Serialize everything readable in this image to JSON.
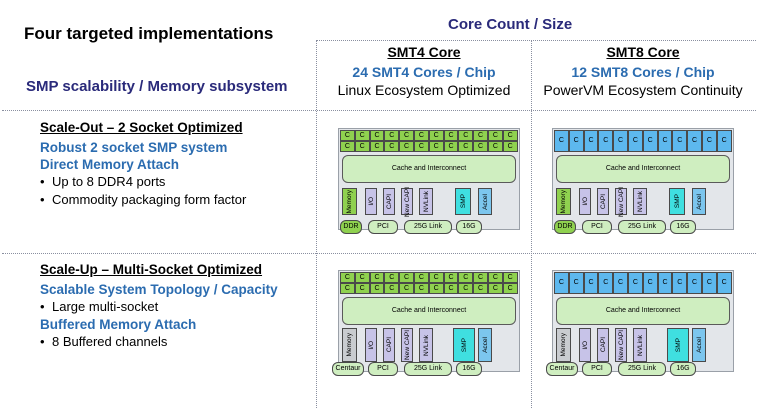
{
  "title": "Four targeted implementations",
  "core_title": "Core Count / Size",
  "row_header": "SMP scalability / Memory subsystem",
  "columns": [
    {
      "name": "SMT4 Core",
      "cores": "24 SMT4 Cores / Chip",
      "eco": "Linux Ecosystem Optimized"
    },
    {
      "name": "SMT8 Core",
      "cores": "12 SMT8 Cores / Chip",
      "eco": "PowerVM Ecosystem Continuity"
    }
  ],
  "rows": [
    {
      "heading": "Scale-Out – 2 Socket Optimized",
      "lines": [
        {
          "kind": "blue",
          "text": "Robust 2 socket SMP system"
        },
        {
          "kind": "blue",
          "text": "Direct Memory Attach"
        },
        {
          "kind": "bullet",
          "text": "Up to 8 DDR4 ports"
        },
        {
          "kind": "bullet",
          "text": "Commodity packaging form factor"
        }
      ]
    },
    {
      "heading": "Scale-Up – Multi-Socket Optimized",
      "lines": [
        {
          "kind": "blue",
          "text": "Scalable System Topology / Capacity"
        },
        {
          "kind": "bullet",
          "text": "Large multi-socket"
        },
        {
          "kind": "blue",
          "text": "Buffered Memory Attach"
        },
        {
          "kind": "bullet",
          "text": "8 Buffered channels"
        }
      ]
    }
  ],
  "chip": {
    "core_label": "C",
    "cache_label": "Cache and Interconnect",
    "blocks": [
      "Memory",
      "I/O",
      "CAPI",
      "New CAPI",
      "NVLink",
      "SMP",
      "Accel"
    ],
    "ports_scaleout": [
      "DDR",
      "PCI",
      "25G Link",
      "16G"
    ],
    "ports_scaleup": [
      "Centaur",
      "PCI",
      "25G Link",
      "16G"
    ]
  },
  "colors": {
    "title_blue": "#2a2a7a",
    "accent_blue": "#2b6cb0",
    "core_green": "#8fd14f",
    "core_blue": "#5db8ee",
    "cache_green": "#cfeec0",
    "smp_cyan": "#3fdfe0",
    "io_lavender": "#c7c3e8"
  }
}
